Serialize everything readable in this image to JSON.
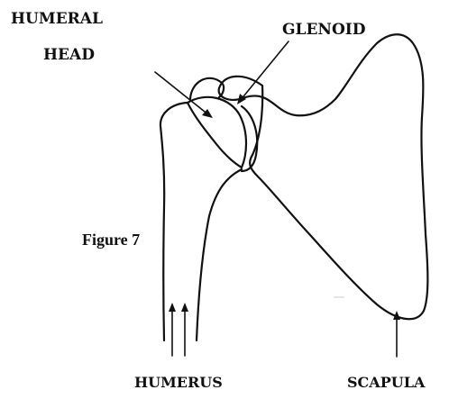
{
  "labels": {
    "humeral_head_line1": "HUMERAL",
    "humeral_head_line2": "HEAD",
    "glenoid": "GLENOID",
    "figure_caption": "Figure 7",
    "humerus": "HUMERUS",
    "scapula": "SCAPULA"
  }
}
